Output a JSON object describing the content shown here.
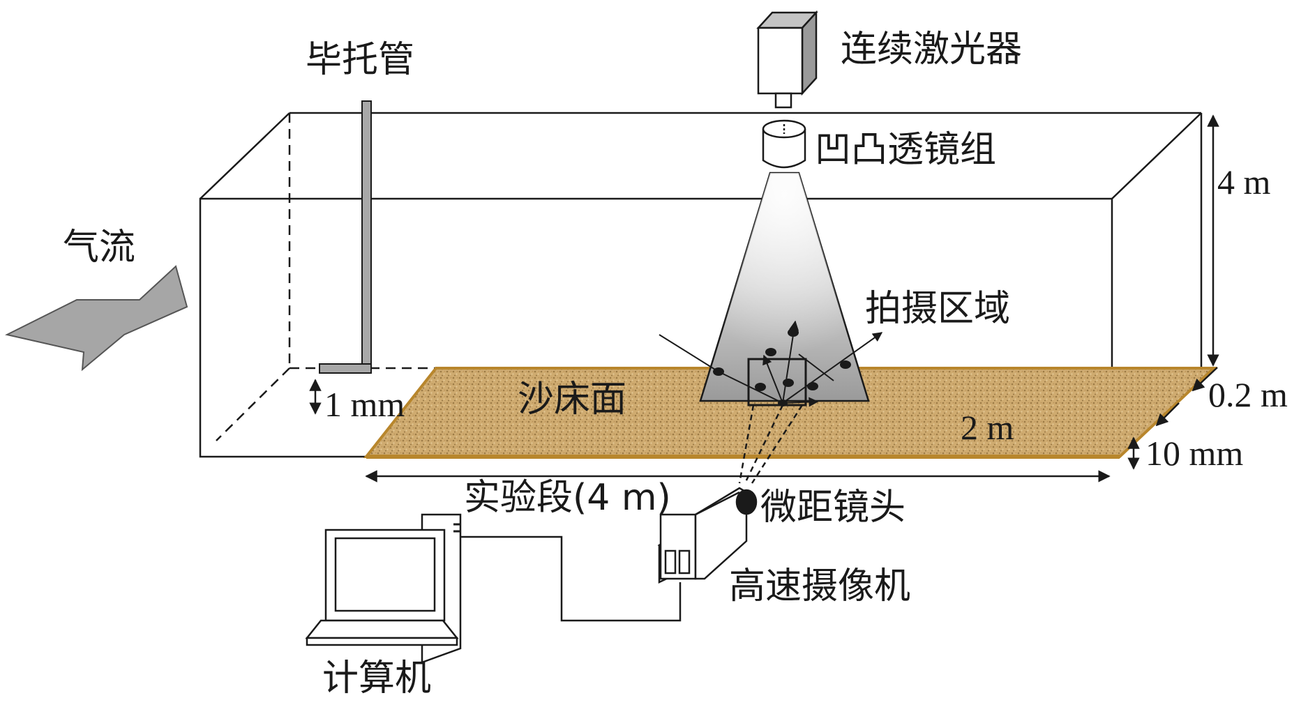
{
  "labels": {
    "airflow": "气流",
    "pitot": "毕托管",
    "laser": "连续激光器",
    "lens_group": "凹凸透镜组",
    "shoot_area": "拍摄区域",
    "sand_bed": "沙床面",
    "macro_lens": "微距镜头",
    "high_speed_camera": "高速摄像机",
    "computer": "计算机",
    "test_section": "实验段(4 m)"
  },
  "dimensions": {
    "height": "4 m",
    "width": "0.2 m",
    "bed_length": "2 m",
    "bed_thickness": "10 mm",
    "pitot_height": "1 mm"
  },
  "colors": {
    "sand": "#c9a266",
    "sand_edge": "#b8862c",
    "arrow_fill": "#a6a6a6",
    "line": "#1a1a1a"
  }
}
